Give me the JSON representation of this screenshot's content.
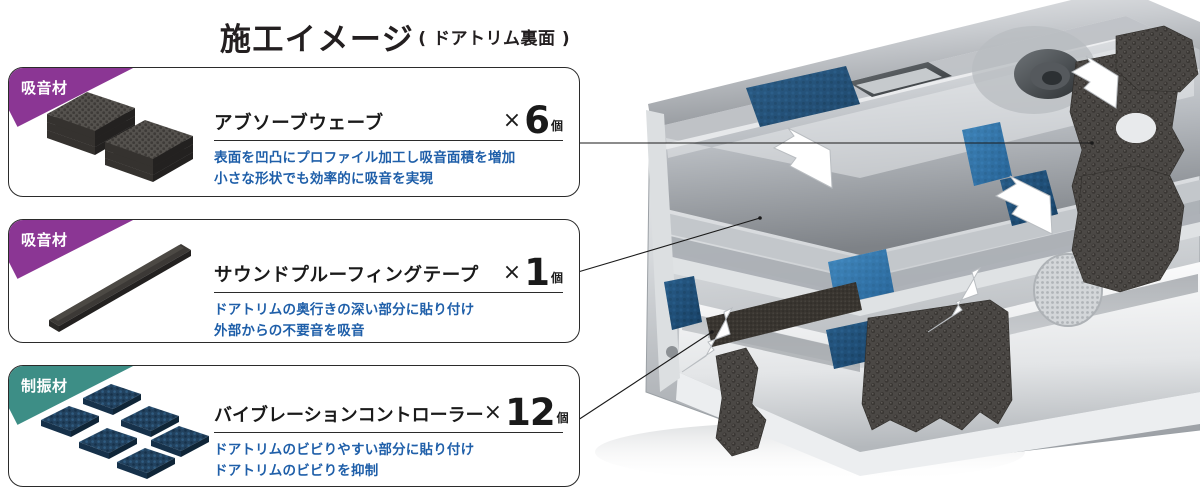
{
  "header": {
    "title_main": "施工イメージ",
    "title_sub": "( ドアトリム裏面 )"
  },
  "colors": {
    "badge_absorber": "#8b3694",
    "badge_damper": "#3d8e86",
    "description_text": "#1f5fa9",
    "heading_text": "#231f20",
    "card_border": "#2b2b2b",
    "pad_blue": "#1d4e78",
    "foam_dark": "#4a4744"
  },
  "cards": [
    {
      "badge": "吸音材",
      "badge_type": "absorber",
      "name": "アブソーブウェーブ",
      "qty_symbol": "×",
      "qty_number": "6",
      "qty_unit": "個",
      "thumb_icon": "foam-block-stacks-icon",
      "description": [
        "表面を凹凸にプロファイル加工し吸音面積を増加",
        "小さな形状でも効率的に吸音を実現"
      ]
    },
    {
      "badge": "吸音材",
      "badge_type": "absorber",
      "name": "サウンドプルーフィングテープ",
      "qty_symbol": "×",
      "qty_number": "1",
      "qty_unit": "個",
      "thumb_icon": "tape-strip-icon",
      "description": [
        "ドアトリムの奥行きの深い部分に貼り付け",
        "外部からの不要音を吸音"
      ]
    },
    {
      "badge": "制振材",
      "badge_type": "damper",
      "name": "バイブレーションコントローラー",
      "qty_symbol": "×",
      "qty_number": "12",
      "qty_unit": "個",
      "thumb_icon": "vibration-pad-grid-icon",
      "description": [
        "ドアトリムのビビりやすい部分に貼り付け",
        "ドアトリムのビビりを抑制"
      ]
    }
  ],
  "scene": {
    "name": "door-trim-rear-view",
    "callout_count": 5,
    "arrow_count": 5
  }
}
